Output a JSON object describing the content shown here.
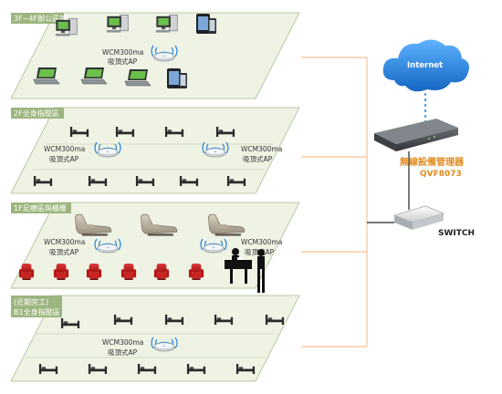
{
  "floors": [
    {
      "title": "3F~4F辦公區域",
      "aps": [
        {
          "line1": "WCM300ma",
          "line2": "吸頂式AP"
        }
      ]
    },
    {
      "title": "2F全身指壓區",
      "aps": [
        {
          "line1": "WCM300ma",
          "line2": "吸頂式AP"
        },
        {
          "line1": "WCM300ma",
          "line2": "吸頂式AP"
        }
      ]
    },
    {
      "title": "1F足療區與櫃檯",
      "aps": [
        {
          "line1": "WCM300ma",
          "line2": "吸頂式AP"
        },
        {
          "line1": "WCM300ma",
          "line2": "吸頂式AP"
        }
      ]
    },
    {
      "title_line1": "(近期完工)",
      "title_line2": "B1全身指壓區",
      "aps": [
        {
          "line1": "WCM300ma",
          "line2": "吸頂式AP"
        }
      ]
    }
  ],
  "internet": {
    "label": "Internet"
  },
  "gateway": {
    "name": "無線設備管理器",
    "model": "QVF8073"
  },
  "switch": {
    "label": "SWITCH"
  },
  "colors": {
    "floor_fill": "#eef3e4",
    "floor_border": "#b9c9a5",
    "title_bar": "#9db57f",
    "link_line": "#f0b27a",
    "cloud": "#1e7fd6"
  }
}
